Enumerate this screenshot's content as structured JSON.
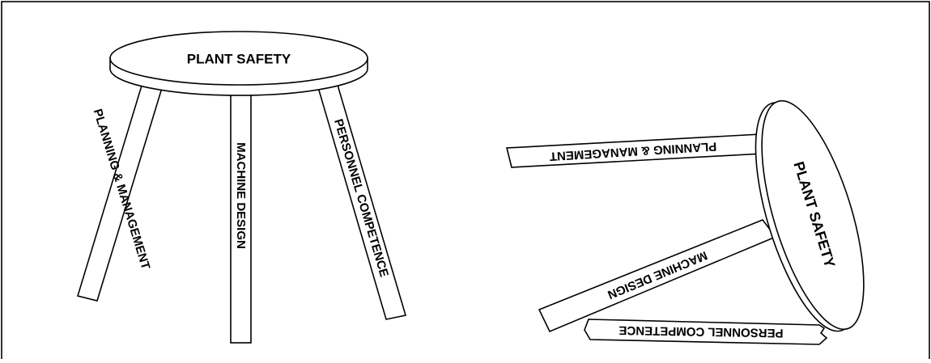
{
  "diagram": {
    "stool_upright": {
      "seat_label": "PLANT SAFETY",
      "legs": {
        "left": "PLANNING & MANAGEMENT",
        "middle": "MACHINE DESIGN",
        "right": "PERSONNEL COMPETENCE"
      }
    },
    "stool_fallen": {
      "seat_label": "PLANT SAFETY",
      "legs": {
        "top": "PLANNING & MANAGEMENT",
        "middle": "MACHINE DESIGN",
        "broken": "PERSONNEL COMPETENCE"
      }
    }
  },
  "colors": {
    "stroke": "#000000",
    "fill": "#ffffff",
    "frame": "#000000"
  }
}
